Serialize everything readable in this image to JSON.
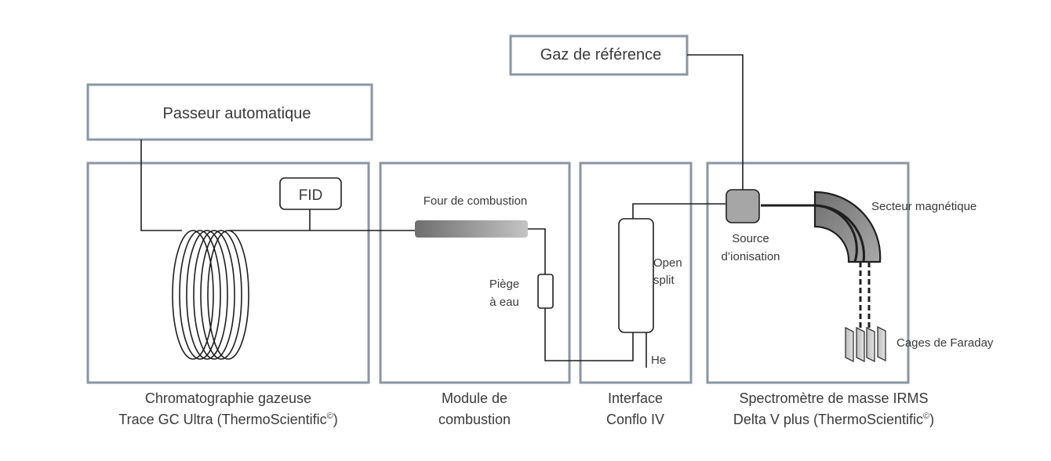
{
  "top_boxes": {
    "autosampler": "Passeur automatique",
    "reference_gas": "Gaz de référence"
  },
  "gc": {
    "fid": "FID",
    "caption_line1": "Chromatographie gazeuse",
    "caption_line2": "Trace GC Ultra (ThermoScientific",
    "caption_sup": "©",
    "caption_end": ")"
  },
  "combustion": {
    "furnace": "Four de combustion",
    "water_trap_line1": "Piège",
    "water_trap_line2": "à eau",
    "caption_line1": "Module de",
    "caption_line2": "combustion"
  },
  "interface": {
    "open_split_line1": "Open",
    "open_split_line2": "split",
    "helium": "He",
    "caption_line1": "Interface",
    "caption_line2": "Conflo IV"
  },
  "irms": {
    "ion_source_line1": "Source",
    "ion_source_line2": "d’ionisation",
    "magnetic_sector": "Secteur magnétique",
    "faraday_cups": "Cages de Faraday",
    "caption_line1": "Spectromètre de masse IRMS",
    "caption_line2": "Delta V plus (ThermoScientific",
    "caption_sup": "©",
    "caption_end": ")"
  },
  "colors": {
    "box_border": "#8a96a3",
    "line": "#1f1f1f",
    "ion_source_fill": "#a6a6a6",
    "sector_fill": "#8c8c8c"
  }
}
